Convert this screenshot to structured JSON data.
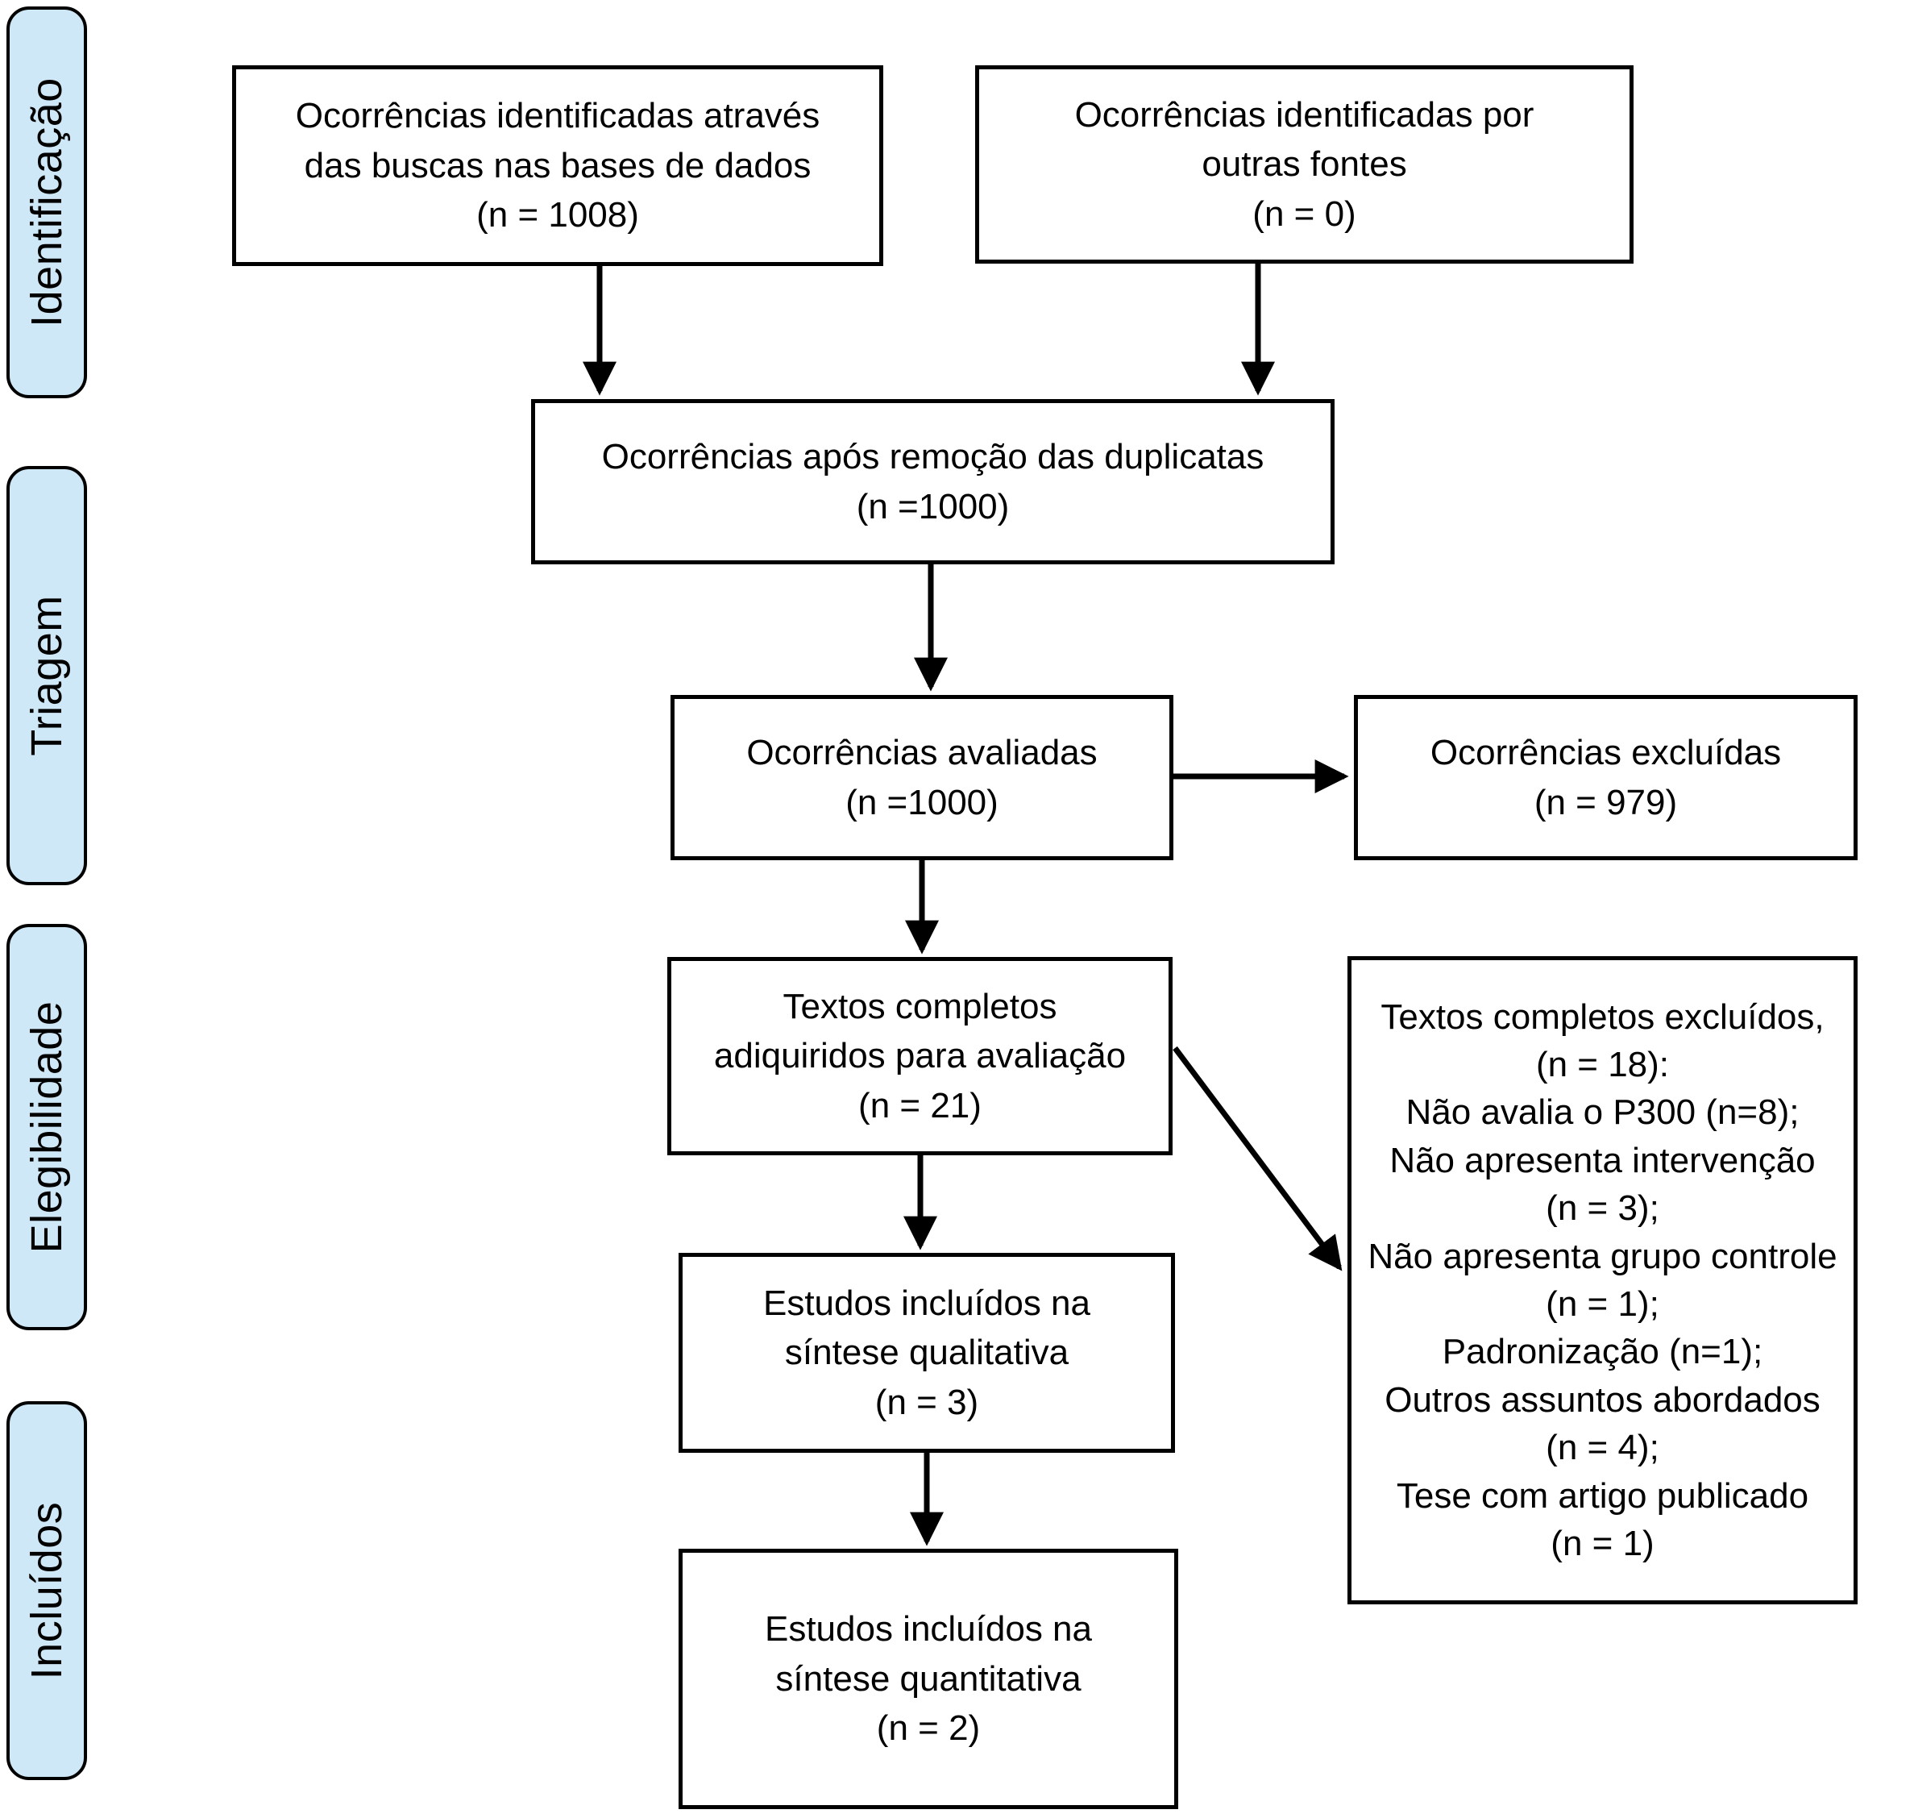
{
  "colors": {
    "background": "#ffffff",
    "stage_fill": "#cfe8f7",
    "stage_border": "#000000",
    "box_fill": "#ffffff",
    "box_border": "#000000",
    "text": "#000000",
    "arrow": "#000000"
  },
  "stages": [
    {
      "label": "Identificação"
    },
    {
      "label": "Triagem"
    },
    {
      "label": "Elegibilidade"
    },
    {
      "label": "Incluídos"
    }
  ],
  "boxes": {
    "identified_databases": {
      "text": "Ocorrências identificadas através\ndas buscas nas bases de dados\n(n = 1008)"
    },
    "identified_other_sources": {
      "text": "Ocorrências identificadas por\noutras fontes\n(n = 0)"
    },
    "after_duplicates_removed": {
      "text": "Ocorrências após remoção das duplicatas\n(n =1000)"
    },
    "records_screened": {
      "text": "Ocorrências avaliadas\n(n =1000)"
    },
    "records_excluded": {
      "text": "Ocorrências excluídas\n(n = 979)"
    },
    "fulltext_assessed": {
      "text": "Textos completos\nadiquiridos para avaliação\n(n = 21)"
    },
    "fulltext_excluded": {
      "text": "Textos completos excluídos,\n(n = 18):\nNão avalia o P300 (n=8);\nNão apresenta intervenção\n(n = 3);\nNão apresenta grupo controle\n(n = 1);\nPadronização (n=1);\nOutros assuntos abordados\n(n = 4);\nTese com artigo publicado\n(n = 1)"
    },
    "qualitative_synthesis": {
      "text": "Estudos incluídos na\nsíntese qualitativa\n(n = 3)"
    },
    "quantitative_synthesis": {
      "text": "Estudos incluídos na\nsíntese quantitativa\n(n = 2)"
    }
  }
}
